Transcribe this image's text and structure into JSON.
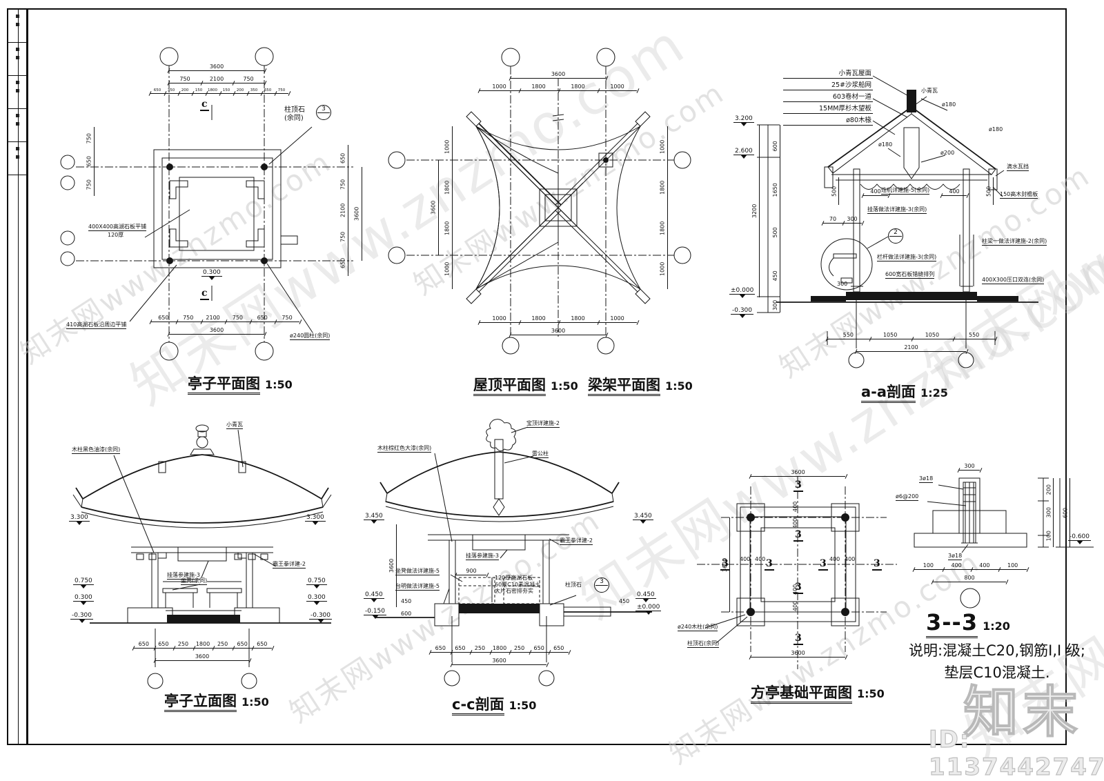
{
  "plan": {
    "title": "亭子平面图",
    "scale": "1:50",
    "cap_stone": "柱顶石",
    "cap_stone2": "(余同)",
    "cap_bubble": "3",
    "paving1": "400X400高湖石板平铺",
    "paving2": "120厚",
    "edge_paving": "410高湖石板沿周边平铺",
    "column_label": "ø240圆柱(余同)",
    "level_mid": "0.300",
    "cmark": "c",
    "dim_total": "3600",
    "dims_axis": [
      "750",
      "2100",
      "750"
    ],
    "dims_detail": [
      "650",
      "350",
      "200",
      "150",
      "1800",
      "150",
      "200",
      "350",
      "650",
      "750"
    ],
    "dims_bottom": [
      "650",
      "750",
      "2100",
      "750",
      "650",
      "750"
    ],
    "dims_left": [
      "750",
      "650",
      "750"
    ],
    "dims_right": [
      "650",
      "750",
      "2100",
      "750",
      "650"
    ],
    "dim_right_total": "3600"
  },
  "roof": {
    "title": "屋顶平面图",
    "scale": "1:50",
    "title2": "梁架平面图",
    "scale2": "1:50",
    "dim_total": "3600",
    "dims": [
      "1000",
      "1800",
      "1800",
      "1000"
    ],
    "dims_left": [
      "1000",
      "1800",
      "1800",
      "1000"
    ],
    "dim_left_total": "3600"
  },
  "aa": {
    "title": "a-a剖面",
    "scale": "1:25",
    "specs": [
      "小青瓦屋面",
      "25#沙浆船网",
      "603卷材一道",
      "15MM厚杉木望板",
      "ø80木椽"
    ],
    "tile": "小青瓦",
    "d180a": "ø180",
    "d180b": "ø180",
    "d180c": "ø180",
    "d200": "ø200",
    "drip": "滴水瓦挡",
    "fascia": "150高木封檐板",
    "lianji": "连机详建施-5(余同)",
    "gualuo": "挂落做法详建施-3(余同)",
    "langan": "栏杆做法详建施-3(余同)",
    "slab": "600宽石板错缝排列",
    "zhuliang": "柱梁一做法详建施-2(余同)",
    "yakou": "400X300压口双连(余同)",
    "bubble2": "2",
    "lvl1": "3.200",
    "lvl2": "2.600",
    "lvl3": "±0.000",
    "lvl4": "-0.300",
    "vdims": [
      "600",
      "1650",
      "500",
      "450"
    ],
    "vdim300": "300",
    "vtotal": "3200",
    "dims_small": [
      "70",
      "300"
    ],
    "dim400": "400",
    "dim500": "500",
    "dim300b": "300",
    "dims_bottom": [
      "550",
      "1050",
      "1050",
      "550"
    ],
    "dim_total": "2100"
  },
  "elev": {
    "title": "亭子立面图",
    "scale": "1:50",
    "paint": "木柱黑色油漆(余同)",
    "tile": "小青瓦",
    "bawang": "霸王拳详建-2",
    "gualuo": "挂落参建施-3",
    "seat": "坐凳(余同)",
    "lvl_roof": "3.300",
    "lvl1": "0.750",
    "lvl2": "0.300",
    "lvl3": "-0.300",
    "dims_bottom": [
      "650",
      "650",
      "250",
      "1800",
      "250",
      "650",
      "650"
    ],
    "dim_total": "3600"
  },
  "cc": {
    "title": "c-c剖面",
    "scale": "1:50",
    "baoding": "宝顶详建施-2",
    "paint": "木柱棕红色大漆(余同)",
    "leigong": "雷公柱",
    "bawang": "霸王拳详建-2",
    "gualuo": "挂落参建施-3",
    "seat": "坐凳做法详建施-5",
    "taiming": "台明做法详建施-5",
    "slab1": "120厚高湖石板",
    "slab2": "60厚C10素混凝土",
    "slab3": "大片石密排夯实",
    "capstone": "柱顶石",
    "cap_bubble": "3",
    "lvl_roof": "3.450",
    "lvl_l1": "0.450",
    "lvl_l2": "-0.150",
    "lvl_r1": "0.450",
    "lvl_r2": "±0.000",
    "dim900": "900",
    "vdim_total": "3600",
    "vdim_450": "450",
    "vdim_600": "600",
    "dims_bottom": [
      "650",
      "650",
      "250",
      "1800",
      "250",
      "650",
      "650"
    ],
    "dim_total": "3600"
  },
  "found": {
    "title": "方亭基础平面图",
    "scale": "1:50",
    "col_label": "ø240木柱(余同)",
    "cap_label": "柱顶石(余同)",
    "smark": "3",
    "dim400": "400",
    "dim_total": "3600",
    "dim_left_total": "3600",
    "dim_bottom_total": "3600"
  },
  "d33": {
    "title": "3--3",
    "scale": "1:20",
    "rebar_top": "3ø18",
    "stirrup": "ø6@200",
    "rebar_bot": "3ø18",
    "lvl": "-0.600",
    "dim_top": "300",
    "dims_right": [
      "200",
      "300",
      "100"
    ],
    "right_total": "600",
    "dims_bottom": [
      "100",
      "400",
      "400",
      "100"
    ],
    "bottom_total": "800"
  },
  "note": {
    "line1": "说明:混凝土C20,钢筋I,I 级;",
    "line2": "垫层C10混凝土."
  },
  "wm": {
    "tile": "知末网www.znzmo.com",
    "big": "知末",
    "id": "ID: 1137442747"
  }
}
